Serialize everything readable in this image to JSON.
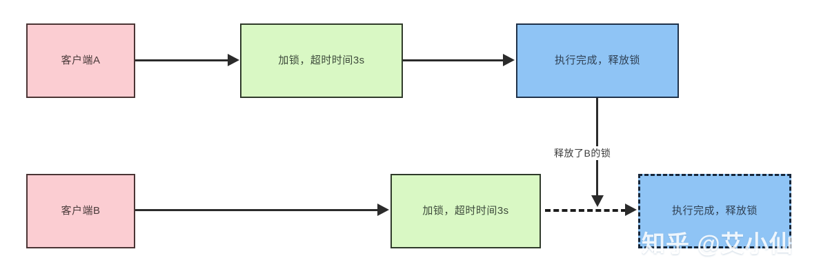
{
  "diagram": {
    "title": "distributed lock timeout sequence",
    "background_color": "#ffffff",
    "colors": {
      "pink_fill": "#fbcdd2",
      "pink_border": "#4a3434",
      "green_fill": "#d9f8c4",
      "green_border": "#2f3a2a",
      "blue_fill": "#8fc4f5",
      "blue_border": "#1f3148",
      "dashed_border": "#16263a",
      "edge": "#2b2b2b",
      "text": "#3b3b3b"
    },
    "rows": [
      {
        "id": "row-a",
        "nodes": [
          {
            "id": "client-a",
            "label": "客户端A",
            "style": "pink"
          },
          {
            "id": "lock-a",
            "label": "加锁，超时时间3s",
            "style": "green"
          },
          {
            "id": "release-a",
            "label": "执行完成，释放锁",
            "style": "blue"
          }
        ]
      },
      {
        "id": "row-b",
        "nodes": [
          {
            "id": "client-b",
            "label": "客户端B",
            "style": "pink"
          },
          {
            "id": "lock-b",
            "label": "加锁，超时时间3s",
            "style": "green"
          },
          {
            "id": "release-b",
            "label": "执行完成，释放锁",
            "style": "blue-dashed"
          }
        ]
      }
    ],
    "edges": [
      {
        "id": "edge-a1",
        "from": "client-a",
        "to": "lock-a",
        "style": "solid",
        "label": ""
      },
      {
        "id": "edge-a2",
        "from": "lock-a",
        "to": "release-a",
        "style": "solid",
        "label": ""
      },
      {
        "id": "edge-b1",
        "from": "client-b",
        "to": "lock-b",
        "style": "solid",
        "label": ""
      },
      {
        "id": "edge-b2",
        "from": "lock-b",
        "to": "release-b",
        "style": "dashed",
        "label": ""
      },
      {
        "id": "edge-v1",
        "from": "release-a",
        "to": "edge-b2",
        "style": "solid",
        "label": "释放了B的锁"
      }
    ],
    "labels": {
      "release_b_lock": "释放了B的锁"
    },
    "watermark": "知乎 @艾小仙"
  }
}
